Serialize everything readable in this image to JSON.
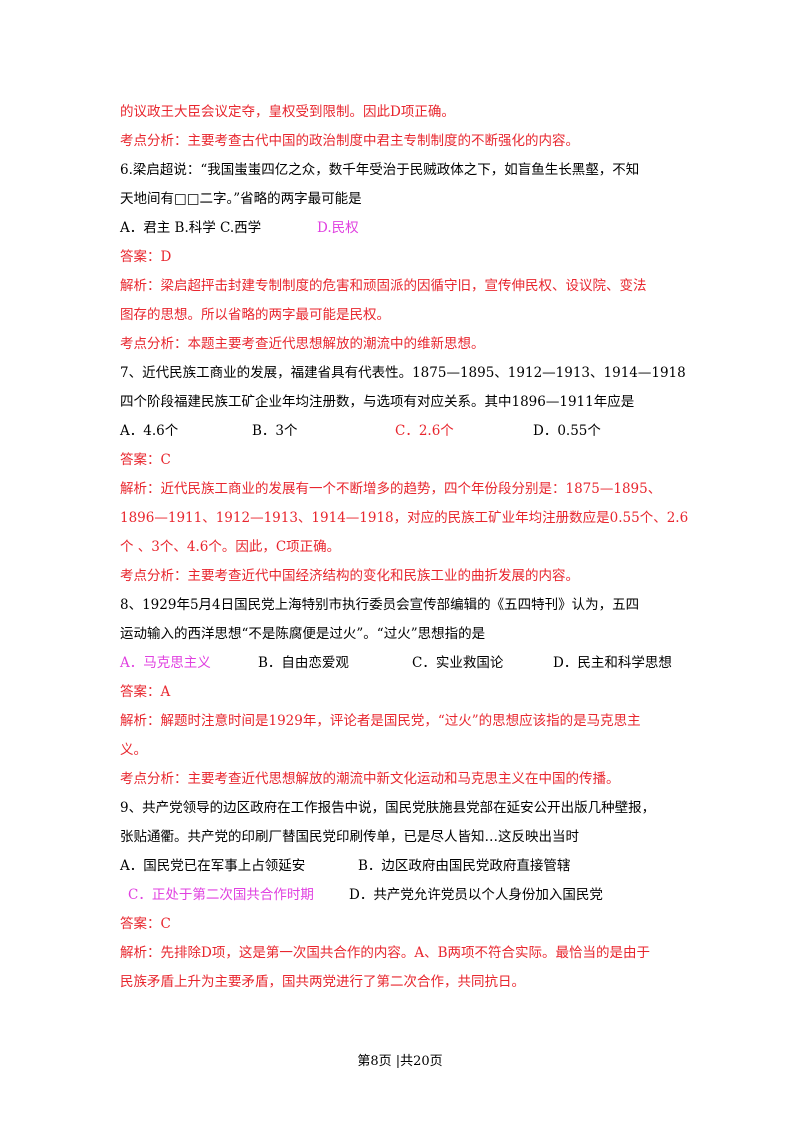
{
  "lines": {
    "l1": "的议政王大臣会议定夺，皇权受到限制。因此D项正确。",
    "l2": "考点分析：主要考查古代中国的政治制度中君主专制制度的不断强化的内容。",
    "q6a": "6.梁启超说：“我国蚩蚩四亿之众，数千年受治于民贼政体之下，如盲鱼生长黑壑，不知",
    "q6b": "天地间有□□二字。”省略的两字最可能是",
    "q6opt_abc": "A．君主    B.科学    C.西学",
    "q6opt_d": "D.民权",
    "q6ans": "答案：D",
    "q6exp1": "解析：梁启超抨击封建专制制度的危害和顽固派的因循守旧，宣传伸民权、设议院、变法",
    "q6exp2": "图存的思想。所以省略的两字最可能是民权。",
    "q6kp": "考点分析：本题主要考查近代思想解放的潮流中的维新思想。",
    "q7a": "7、近代民族工商业的发展，福建省具有代表性。1875—1895、1912—1913、1914—1918",
    "q7b": "四个阶段福建民族工矿企业年均注册数，与选项有对应关系。其中1896—1911年应是",
    "q7opt_a": "A．4.6个",
    "q7opt_b": "B．3个",
    "q7opt_c": "C．2.6个",
    "q7opt_d": "D．0.55个",
    "q7ans": "答案：C",
    "q7exp1": "解析：近代民族工商业的发展有一个不断增多的趋势，四个年份段分别是：1875—1895、",
    "q7exp2": "1896—1911、1912—1913、1914—1918，对应的民族工矿业年均注册数应是0.55个、2.6",
    "q7exp3": "个 、3个、4.6个。因此，C项正确。",
    "q7kp": "考点分析：主要考查近代中国经济结构的变化和民族工业的曲折发展的内容。",
    "q8a": "8、1929年5月4日国民党上海特别市执行委员会宣传部编辑的《五四特刊》认为，五四",
    "q8b": "运动输入的西洋思想“不是陈腐便是过火”。“过火”思想指的是",
    "q8opt_a": "A．马克思主义",
    "q8opt_b": "B．自由恋爱观",
    "q8opt_c": "C．实业救国论",
    "q8opt_d": "D．民主和科学思想",
    "q8ans": "答案：A",
    "q8exp1": "解析：解题时注意时间是1929年，评论者是国民党，“过火”的思想应该指的是马克思主",
    "q8exp2": "义。",
    "q8kp": "考点分析：主要考查近代思想解放的潮流中新文化运动和马克思主义在中国的传播。",
    "q9a": "9、共产党领导的边区政府在工作报告中说，国民党肤施县党部在延安公开出版几种壁报，",
    "q9b": "张贴通衢。共产党的印刷厂替国民党印刷传单，已是尽人皆知…这反映出当时",
    "q9opt_a": "A．国民党已在军事上占领延安",
    "q9opt_b": "B．边区政府由国民党政府直接管辖",
    "q9opt_c": "C．正处于第二次国共合作时期",
    "q9opt_d": "D．共产党允许党员以个人身份加入国民党",
    "q9ans": "答案：C",
    "q9exp1": "解析：先排除D项，这是第一次国共合作的内容。A、B两项不符合实际。最恰当的是由于",
    "q9exp2": "民族矛盾上升为主要矛盾，国共两党进行了第二次合作，共同抗日。"
  },
  "footer": "第8页 |共20页",
  "colors": {
    "answer_red": "#e8262e",
    "option_magenta": "#e040e0",
    "text": "#000000"
  }
}
